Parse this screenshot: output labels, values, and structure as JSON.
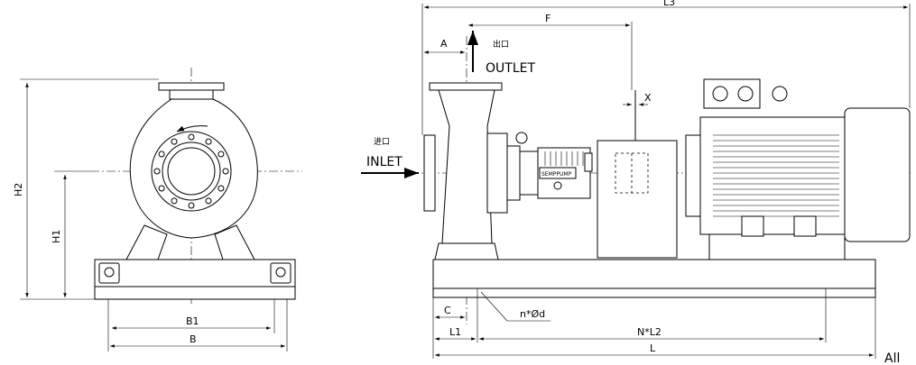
{
  "end_view": {
    "dim_h1": "H1",
    "dim_h2": "H2",
    "dim_b1": "B1",
    "dim_b": "B"
  },
  "side_view": {
    "inlet_cn": "进口",
    "inlet": "INLET",
    "outlet_cn": "出口",
    "outlet": "OUTLET",
    "brand": "SEMPPUMP",
    "dim_l3": "L3",
    "dim_f": "F",
    "dim_a": "A",
    "dim_x": "X",
    "dim_c": "C",
    "dim_l1": "L1",
    "dim_nl2": "N*L2",
    "dim_l": "L",
    "dim_holes": "n*Ød"
  },
  "corner_tag": "All"
}
